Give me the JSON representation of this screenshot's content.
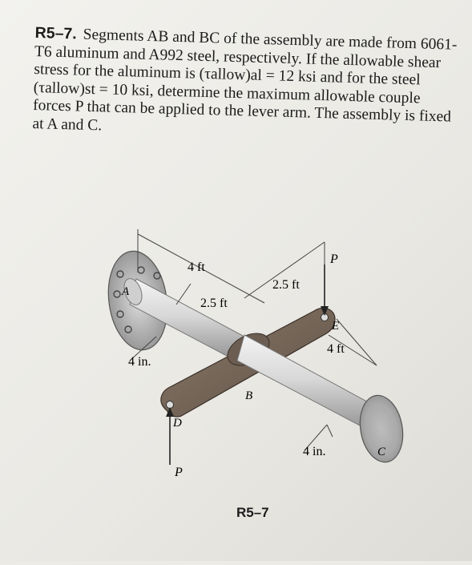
{
  "problem": {
    "number": "R5–7.",
    "text": "Segments AB and BC of the assembly are made from 6061-T6 aluminum and A992 steel, respectively. If the allowable shear stress for the aluminum is (τallow)al = 12 ksi and for the steel (τallow)st = 10 ksi, determine the maximum allowable couple forces P that can be applied to the lever arm. The assembly is fixed at A and C."
  },
  "figure": {
    "caption": "R5–7",
    "labels": {
      "dim_4ft_top": "4 ft",
      "dim_25ft_left": "2.5 ft",
      "dim_25ft_right": "2.5 ft",
      "dim_4ft_right": "4 ft",
      "dim_4in_left": "4 in.",
      "dim_4in_right": "4 in.",
      "point_a": "A",
      "point_b": "B",
      "point_c": "C",
      "point_d": "D",
      "point_e": "E",
      "force_p_top": "P",
      "force_p_bottom": "P"
    }
  }
}
